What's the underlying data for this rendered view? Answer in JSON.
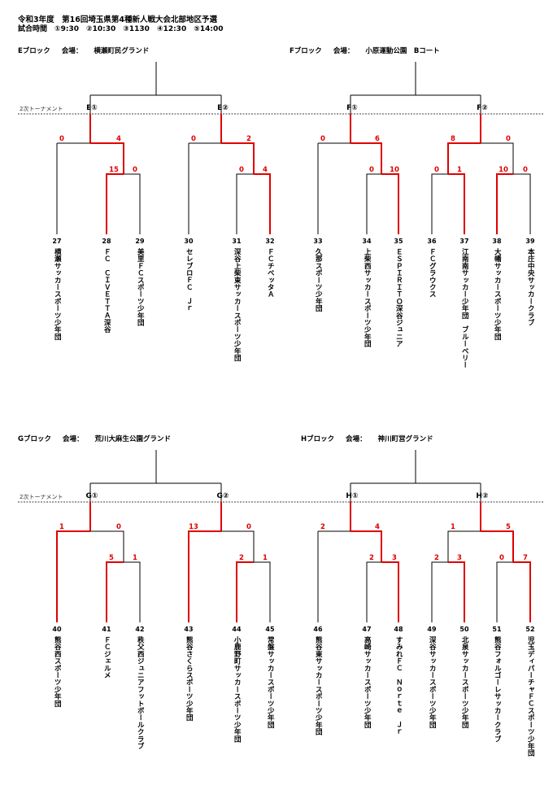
{
  "header": {
    "title": "令和3年度　第16回埼玉県第4種新人戦大会北部地区予選",
    "schedule": "試合時間　①9:30　②10:30　③1130　④12:30　⑤14:00"
  },
  "round_label": "2次トーナメント",
  "blocks": [
    {
      "block": "Eブロック",
      "venue_label": "会場：",
      "venue": "横瀬町民グランド",
      "match_labels": [
        "E①",
        "E②"
      ],
      "scores": [
        "0",
        "4",
        "15",
        "0",
        "0",
        "2",
        "0",
        "4"
      ],
      "teams": [
        {
          "num": "27",
          "name": "横瀬サッカースポーツ少年団"
        },
        {
          "num": "28",
          "name": "ＦＣ　ＣＩＶＥＴＴＡ深谷"
        },
        {
          "num": "29",
          "name": "美里ＦＣスポーツ少年団"
        },
        {
          "num": "30",
          "name": "セレブロＦＣ　Ｊｒ"
        },
        {
          "num": "31",
          "name": "深谷上柴東サッカースポーツ少年団"
        },
        {
          "num": "32",
          "name": "ＦＣチベッタＡ"
        }
      ]
    },
    {
      "block": "Fブロック",
      "venue_label": "会場：",
      "venue": "小原運動公園　Bコート",
      "match_labels": [
        "F①",
        "F②"
      ],
      "scores": [
        "0",
        "6",
        "0",
        "10",
        "8",
        "0",
        "0",
        "1",
        "10",
        "0"
      ],
      "teams": [
        {
          "num": "33",
          "name": "久那スポーツ少年団"
        },
        {
          "num": "34",
          "name": "上柴西サッカースポーツ少年団"
        },
        {
          "num": "35",
          "name": "ＥＳＰＩＲＩＴＯ深谷ジュニア"
        },
        {
          "num": "36",
          "name": "ＦＣグラウクス"
        },
        {
          "num": "37",
          "name": "江南南サッカー少年団　ブルーベリー"
        },
        {
          "num": "38",
          "name": "大幡サッカースポーツ少年団"
        },
        {
          "num": "39",
          "name": "本庄中央サッカークラブ"
        }
      ]
    },
    {
      "block": "Gブロック",
      "venue_label": "会場：",
      "venue": "荒川大麻生公園グランド",
      "match_labels": [
        "G①",
        "G②"
      ],
      "scores": [
        "1",
        "0",
        "5",
        "1",
        "13",
        "0",
        "2",
        "1"
      ],
      "teams": [
        {
          "num": "40",
          "name": "熊谷西スポーツ少年団"
        },
        {
          "num": "41",
          "name": "ＦＣジェルメ"
        },
        {
          "num": "42",
          "name": "秩父西ジュニアフットボールクラブ"
        },
        {
          "num": "43",
          "name": "熊谷さくらスポーツ少年団"
        },
        {
          "num": "44",
          "name": "小鹿野町サッカースポーツ少年団"
        },
        {
          "num": "45",
          "name": "常盤サッカースポーツ少年団"
        }
      ]
    },
    {
      "block": "Hブロック",
      "venue_label": "会場：",
      "venue": "神川町営グランド",
      "match_labels": [
        "H①",
        "H②"
      ],
      "scores": [
        "2",
        "4",
        "2",
        "3",
        "1",
        "5",
        "2",
        "3",
        "0",
        "7"
      ],
      "teams": [
        {
          "num": "46",
          "name": "熊谷東サッカースポーツ少年団"
        },
        {
          "num": "47",
          "name": "高崎サッカースポーツ少年団"
        },
        {
          "num": "48",
          "name": "すみれＦＣ　Ｎｏｒｔｅ　Ｊｒ"
        },
        {
          "num": "49",
          "name": "深谷サッカースポーツ少年団"
        },
        {
          "num": "50",
          "name": "北泉サッカースポーツ少年団"
        },
        {
          "num": "51",
          "name": "熊谷フォルゴーレサッカークラブ"
        },
        {
          "num": "52",
          "name": "児玉ディパーチャＦＣスポーツ少年団"
        }
      ]
    }
  ]
}
